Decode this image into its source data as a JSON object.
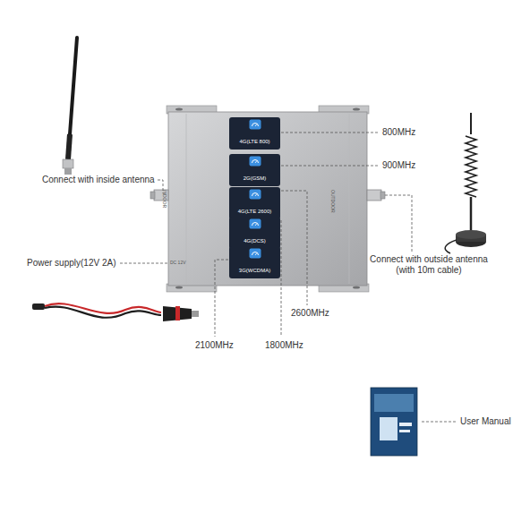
{
  "diagram": {
    "nodes": [
      {
        "text": [
          "4G(LTE 800)"
        ]
      },
      {
        "text": [
          "2G(GSM)"
        ]
      },
      {
        "text": [
          "4G(LTE 2600)"
        ]
      },
      {
        "text": [
          "4G(DCS)"
        ]
      },
      {
        "text": [
          "3G(WCDMA)"
        ]
      }
    ],
    "labels": [
      "800MHz",
      "900MHz",
      "Connect with inside antenna",
      "Connect with outside antenna (with 10m cable)",
      "Power supply(12V 2A)",
      "2600MHz",
      "2100MHz",
      "1800MHz",
      "User Manual",
      "INDOOR",
      "OUTDOOR",
      "DC 12V"
    ]
  }
}
